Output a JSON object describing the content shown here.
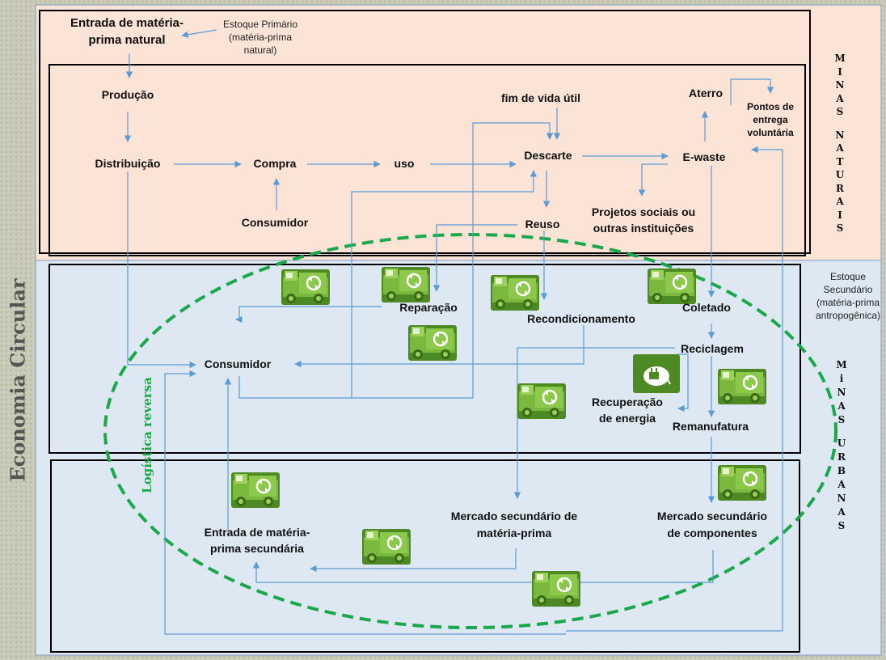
{
  "side_title": "Economia Circular",
  "reverse_logistics": "Logística reversa",
  "zones": {
    "natural_letters": [
      "M",
      "I",
      "N",
      "A",
      "S",
      "",
      "N",
      "A",
      "T",
      "U",
      "R",
      "A",
      "I",
      "S"
    ],
    "urban_letters": [
      "M",
      "i",
      "N",
      "A",
      "S",
      "",
      "U",
      "R",
      "B",
      "A",
      "N",
      "A",
      "S"
    ],
    "primary_stock": [
      "Estoque Primário",
      "(matéria-prima",
      "natural)"
    ],
    "secondary_stock": [
      "Estoque",
      "Secundário",
      "(matéria-prima",
      "antropogênica)"
    ]
  },
  "nodes": {
    "raw_input": [
      "Entrada de matéria-",
      "prima natural"
    ],
    "production": "Produção",
    "distribution": "Distribuição",
    "purchase": "Compra",
    "use": "uso",
    "consumer_top": "Consumidor",
    "end_of_life": "fim de vida útil",
    "discard": "Descarte",
    "reuse": "Reuso",
    "landfill": "Aterro",
    "drop_points": [
      "Pontos de",
      "entrega",
      "voluntária"
    ],
    "ewaste": "E-waste",
    "social_projects": [
      "Projetos sociais ou",
      "outras instituições"
    ],
    "repair": "Reparação",
    "refurbishment": "Recondicionamento",
    "collected": "Coletado",
    "consumer_mid": "Consumidor",
    "recycling": "Reciclagem",
    "energy_recovery": [
      "Recuperação",
      "de energia"
    ],
    "remanufacture": "Remanufatura",
    "secondary_raw_input": [
      "Entrada de matéria-",
      "prima secundária"
    ],
    "secondary_market_raw": [
      "Mercado secundário de",
      "matéria-prima"
    ],
    "secondary_market_comp": [
      "Mercado secundário",
      "de componentes"
    ]
  },
  "colors": {
    "natural_bg": "#fbe3d5",
    "urban_bg": "#dde8f3",
    "arrow": "#5b9bd5",
    "dashed": "#1aa84a",
    "truck": "#6aa832",
    "frame": "#b8b8a8"
  },
  "icons": [
    "recycle-truck-icon",
    "energy-plug-icon"
  ]
}
